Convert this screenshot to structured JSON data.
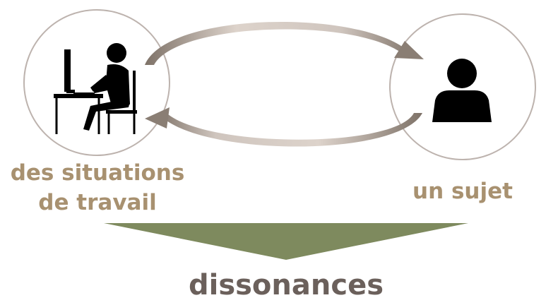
{
  "colors": {
    "circle_stroke": "#BDB3AE",
    "arrow_gradient_light": "#DDD3CB",
    "arrow_gradient_dark": "#7E7268",
    "label_color": "#A89170",
    "bottom_label_color": "#6B605B",
    "triangle_fill": "#7E8A5E",
    "icon_fill": "#000000"
  },
  "diagram": {
    "left_node": {
      "icon": "person-at-computer-icon",
      "label_line1": "des situations",
      "label_line2": "de travail"
    },
    "right_node": {
      "icon": "person-icon",
      "label": "un sujet"
    },
    "arrows": [
      "arrow-left-to-right",
      "arrow-right-to-left"
    ],
    "result_label": "dissonances"
  }
}
